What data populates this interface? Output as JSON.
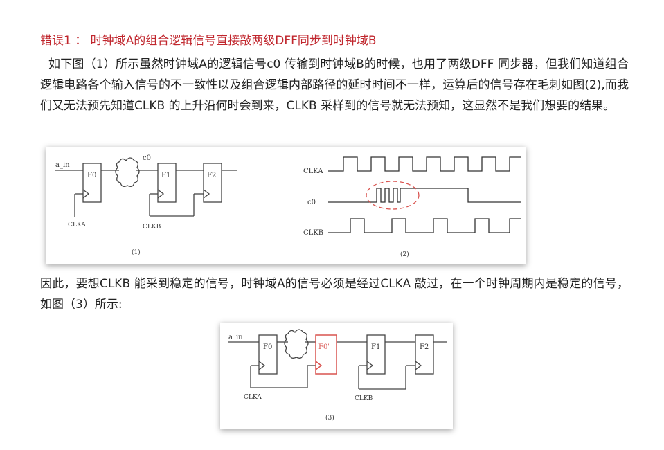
{
  "heading": "错误1 ： 时钟域A的组合逻辑信号直接敲两级DFF同步到时钟域B",
  "paragraph1": "如下图（1）所示虽然时钟域A的逻辑信号c0 传输到时钟域B的时候，也用了两级DFF 同步器，但我们知道组合逻辑电路各个输入信号的不一致性以及组合逻辑内部路径的延时时间不一样，运算后的信号存在毛刺如图(2),而我们又无法预先知道CLKB 的上升沿何时会到来，CLKB 采样到的信号就无法预知，这显然不是我们想要的结果。",
  "paragraph2": "因此，要想CLKB 能采到稳定的信号，时钟域A的信号必须是经过CLKA 敲过，在一个时钟周期内是稳定的信号，如图（3）所示:",
  "figure1": {
    "a_in": "a_in",
    "c0": "c0",
    "f0": "F0",
    "f1": "F1",
    "f2": "F2",
    "clka": "CLKA",
    "clkb": "CLKB",
    "caption": "(1)"
  },
  "figure2": {
    "clka": "CLKA",
    "c0": "c0",
    "clkb": "CLKB",
    "caption": "(2)"
  },
  "figure3": {
    "a_in": "a_in",
    "f0": "F0",
    "f0p": "F0'",
    "f1": "F1",
    "f2": "F2",
    "clka": "CLKA",
    "clkb": "CLKB",
    "caption": "(3)",
    "highlight_color": "#d9534f"
  }
}
